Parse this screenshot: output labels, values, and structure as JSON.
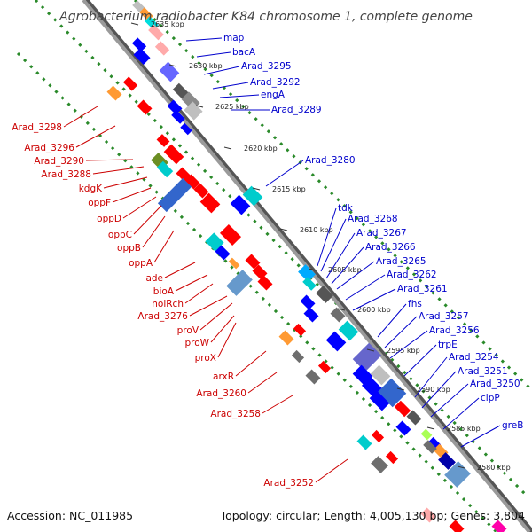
{
  "title": "Agrobacterium radiobacter K84 chromosome 1, complete genome",
  "footer": {
    "accession": "Accession: NC_011985",
    "summary": "Topology: circular; Length: 4,005,130 bp; Genes: 3,804"
  },
  "colors": {
    "forward_label": "#0000cc",
    "reverse_label": "#cc0000",
    "backbone": "#888888",
    "dots": "#2a8a2a"
  },
  "ticks": [
    "2635 kbp",
    "2630 kbp",
    "2625 kbp",
    "2620 kbp",
    "2615 kbp",
    "2610 kbp",
    "2605 kbp",
    "2600 kbp",
    "2595 kbp",
    "2590 kbp",
    "2585 kbp",
    "2580 kbp"
  ],
  "forward_genes": [
    "map",
    "bacA",
    "Arad_3295",
    "Arad_3292",
    "engA",
    "Arad_3289",
    "Arad_3280",
    "tdk",
    "Arad_3268",
    "Arad_3267",
    "Arad_3266",
    "Arad_3265",
    "Arad_3262",
    "Arad_3261",
    "fhs",
    "Arad_3257",
    "Arad_3256",
    "trpE",
    "Arad_3254",
    "Arad_3251",
    "Arad_3250",
    "clpP",
    "greB"
  ],
  "reverse_genes": [
    "Arad_3298",
    "Arad_3296",
    "Arad_3290",
    "Arad_3288",
    "kdgK",
    "oppF",
    "oppD",
    "oppC",
    "oppB",
    "oppA",
    "ade",
    "bioA",
    "nolRch",
    "Arad_3276",
    "proV",
    "proW",
    "proX",
    "arxR",
    "Arad_3260",
    "Arad_3258",
    "Arad_3252"
  ]
}
